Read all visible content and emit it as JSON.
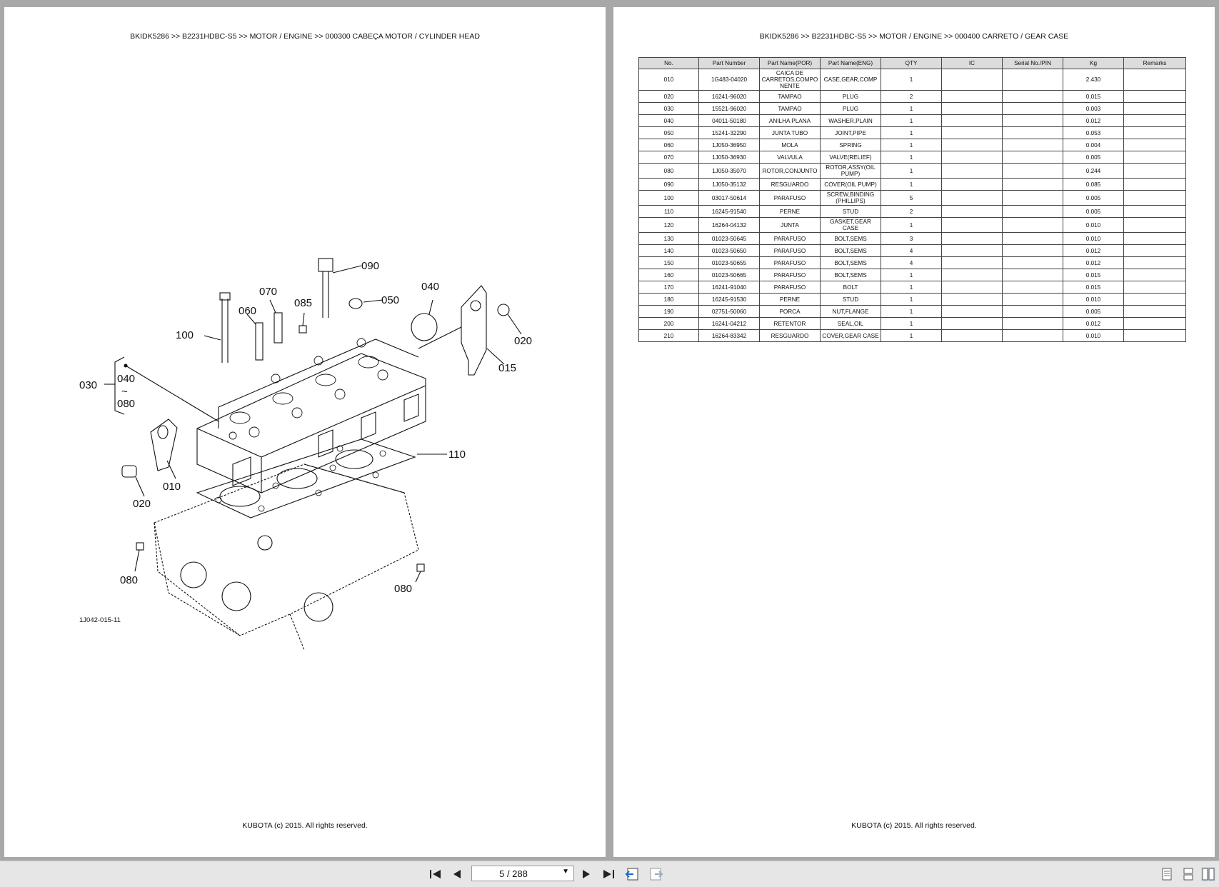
{
  "left_page": {
    "breadcrumb": "BKIDK5286 >> B2231HDBC-S5 >> MOTOR / ENGINE >> 000300   CABEÇA MOTOR / CYLINDER HEAD",
    "figure_code": "1J042-015-11",
    "footer": "KUBOTA (c) 2015. All rights reserved.",
    "callouts": {
      "c090": "090",
      "c070": "070",
      "c085": "085",
      "c050": "050",
      "c040a": "040",
      "c060": "060",
      "c100": "100",
      "c020a": "020",
      "c015": "015",
      "c030": "030",
      "c040b": "040",
      "c080a": "080",
      "c010": "010",
      "c110": "110",
      "c020b": "020",
      "c080b": "080",
      "c080c": "080",
      "tilde": "~"
    }
  },
  "right_page": {
    "breadcrumb": "BKIDK5286 >> B2231HDBC-S5 >> MOTOR / ENGINE >> 000400   CARRETO / GEAR CASE",
    "footer": "KUBOTA (c) 2015. All rights reserved.",
    "table": {
      "headers": [
        "No.",
        "Part Number",
        "Part Name(POR)",
        "Part Name(ENG)",
        "QTY",
        "IC",
        "Serial No./PIN",
        "Kg",
        "Remarks"
      ],
      "rows": [
        [
          "010",
          "1G483-04020",
          "CAICA DE CARRETOS,COMPO NENTE",
          "CASE,GEAR,COMP",
          "1",
          "",
          "",
          "2.430",
          ""
        ],
        [
          "020",
          "16241-96020",
          "TAMPAO",
          "PLUG",
          "2",
          "",
          "",
          "0.015",
          ""
        ],
        [
          "030",
          "15521-96020",
          "TAMPAO",
          "PLUG",
          "1",
          "",
          "",
          "0.003",
          ""
        ],
        [
          "040",
          "04011-50180",
          "ANILHA PLANA",
          "WASHER,PLAIN",
          "1",
          "",
          "",
          "0.012",
          ""
        ],
        [
          "050",
          "15241-32290",
          "JUNTA TUBO",
          "JOINT,PIPE",
          "1",
          "",
          "",
          "0.053",
          ""
        ],
        [
          "060",
          "1J050-36950",
          "MOLA",
          "SPRING",
          "1",
          "",
          "",
          "0.004",
          ""
        ],
        [
          "070",
          "1J050-36930",
          "VALVULA",
          "VALVE(RELIEF)",
          "1",
          "",
          "",
          "0.005",
          ""
        ],
        [
          "080",
          "1J050-35070",
          "ROTOR,CONJUNTO",
          "ROTOR,ASSY(OIL PUMP)",
          "1",
          "",
          "",
          "0.244",
          ""
        ],
        [
          "090",
          "1J050-35132",
          "RESGUARDO",
          "COVER(OIL PUMP)",
          "1",
          "",
          "",
          "0.085",
          ""
        ],
        [
          "100",
          "03017-50614",
          "PARAFUSO",
          "SCREW,BINDING (PHILLIPS)",
          "5",
          "",
          "",
          "0.005",
          ""
        ],
        [
          "110",
          "16245-91540",
          "PERNE",
          "STUD",
          "2",
          "",
          "",
          "0.005",
          ""
        ],
        [
          "120",
          "16264-04132",
          "JUNTA",
          "GASKET,GEAR CASE",
          "1",
          "",
          "",
          "0.010",
          ""
        ],
        [
          "130",
          "01023-50645",
          "PARAFUSO",
          "BOLT,SEMS",
          "3",
          "",
          "",
          "0.010",
          ""
        ],
        [
          "140",
          "01023-50650",
          "PARAFUSO",
          "BOLT,SEMS",
          "4",
          "",
          "",
          "0.012",
          ""
        ],
        [
          "150",
          "01023-50655",
          "PARAFUSO",
          "BOLT,SEMS",
          "4",
          "",
          "",
          "0.012",
          ""
        ],
        [
          "160",
          "01023-50665",
          "PARAFUSO",
          "BOLT,SEMS",
          "1",
          "",
          "",
          "0.015",
          ""
        ],
        [
          "170",
          "16241-91040",
          "PARAFUSO",
          "BOLT",
          "1",
          "",
          "",
          "0.015",
          ""
        ],
        [
          "180",
          "16245-91530",
          "PERNE",
          "STUD",
          "1",
          "",
          "",
          "0.010",
          ""
        ],
        [
          "190",
          "02751-50060",
          "PORCA",
          "NUT,FLANGE",
          "1",
          "",
          "",
          "0.005",
          ""
        ],
        [
          "200",
          "16241-04212",
          "RETENTOR",
          "SEAL,OIL",
          "1",
          "",
          "",
          "0.012",
          ""
        ],
        [
          "210",
          "16264-83342",
          "RESGUARDO",
          "COVER,GEAR CASE",
          "1",
          "",
          "",
          "0.010",
          ""
        ]
      ]
    }
  },
  "toolbar": {
    "page_indicator": "5 / 288",
    "icons": {
      "first": "first-page-icon",
      "prev": "previous-page-icon",
      "next": "next-page-icon",
      "last": "last-page-icon",
      "back": "go-back-icon",
      "forward": "go-forward-icon",
      "single": "single-page-view-icon",
      "continuous": "continuous-view-icon",
      "facing": "facing-pages-view-icon"
    }
  }
}
